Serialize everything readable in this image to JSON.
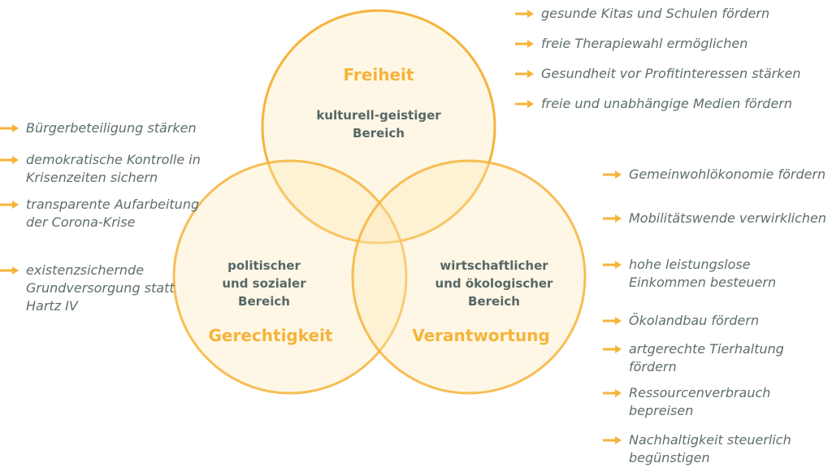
{
  "colors": {
    "accent": "#f6b33a",
    "text": "#5f6e6e",
    "fill": "#fdf7ea"
  },
  "circles": {
    "top": {
      "title": "Freiheit",
      "area": [
        "kulturell-geistiger",
        "Bereich"
      ]
    },
    "left": {
      "title": "Gerechtigkeit",
      "area": [
        "politischer",
        "und sozialer",
        "Bereich"
      ]
    },
    "right": {
      "title": "Verantwortung",
      "area": [
        "wirtschaftlicher",
        "und ökologischer",
        "Bereich"
      ]
    }
  },
  "lists": {
    "top": [
      "gesunde Kitas und Schulen fördern",
      "freie Therapiewahl ermöglichen",
      "Gesundheit vor Profitinteressen stärken",
      "freie und unabhängige Medien fördern"
    ],
    "left": [
      "Bürgerbeteiligung stärken",
      "demokratische Kontrolle in Krisenzeiten sichern",
      "transparente Aufarbeitung der Corona-Krise",
      "existenzsichernde Grundversorgung statt Hartz IV"
    ],
    "right": [
      "Gemeinwohlökonomie fördern",
      "Mobilitätswende verwirklichen",
      "hohe leistungslose Einkommen besteuern",
      "Ökolandbau fördern",
      "artgerechte Tierhaltung fördern",
      "Ressourcenverbrauch bepreisen",
      "Nachhaltigkeit steuerlich begünstigen"
    ]
  }
}
